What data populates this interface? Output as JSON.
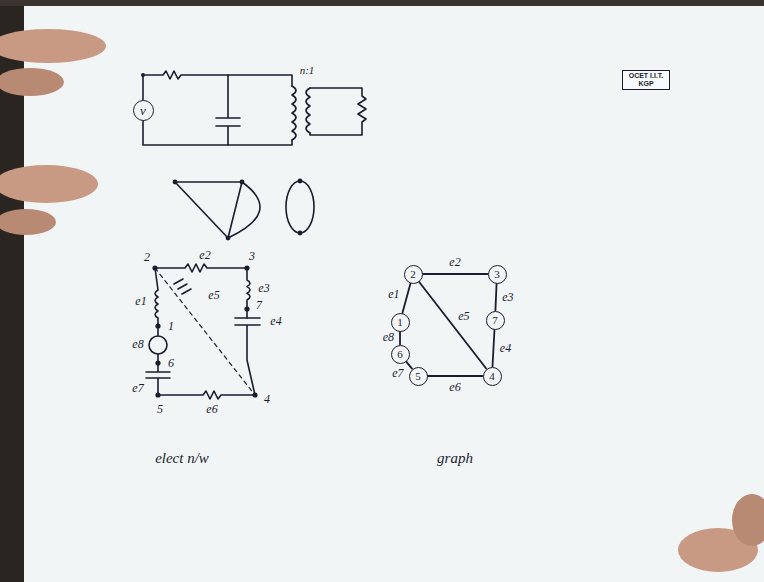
{
  "diagram": {
    "nodes": [
      {
        "text": [
          "v"
        ]
      },
      {
        "text": [
          "OCET I.I.T. KGP"
        ]
      },
      {
        "text": [
          "2"
        ]
      },
      {
        "text": [
          "3"
        ]
      },
      {
        "text": [
          "1"
        ]
      },
      {
        "text": [
          "7"
        ]
      },
      {
        "text": [
          "6"
        ]
      },
      {
        "text": [
          "5"
        ]
      },
      {
        "text": [
          "4"
        ]
      }
    ],
    "edges": [
      {
        "from": 2,
        "to": 3,
        "arrow": "none",
        "label": "e2"
      },
      {
        "from": 2,
        "to": 4,
        "arrow": "none",
        "label": "e1"
      },
      {
        "from": 3,
        "to": 5,
        "arrow": "none",
        "label": "e3"
      },
      {
        "from": 2,
        "to": 8,
        "arrow": "none",
        "label": "e5"
      },
      {
        "from": 4,
        "to": 6,
        "arrow": "none",
        "label": "e8"
      },
      {
        "from": 5,
        "to": 8,
        "arrow": "none",
        "label": "e4"
      },
      {
        "from": 6,
        "to": 7,
        "arrow": "none",
        "label": "e7"
      },
      {
        "from": 7,
        "to": 8,
        "arrow": "none",
        "label": "e6"
      }
    ],
    "labels": [
      "n:1",
      "2",
      "e2",
      "3",
      "e1",
      "e5",
      "e3",
      "7",
      "1",
      "e4",
      "e8",
      "6",
      "e7",
      "5",
      "e6",
      "4",
      "elect n/w",
      "graph"
    ]
  }
}
